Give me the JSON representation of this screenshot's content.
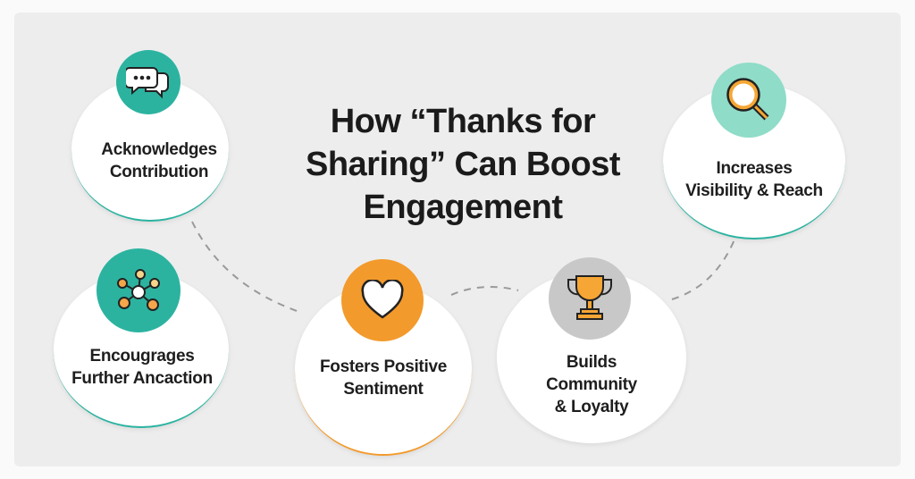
{
  "title": {
    "line1": "How “Thanks for",
    "line2": "Sharing” Can Boost",
    "line3": "Engagement"
  },
  "nodes": [
    {
      "icon": "speech-bubbles-icon",
      "line1": "Acknowledges",
      "line2": "Contribution",
      "color": "#2bb3a0"
    },
    {
      "icon": "network-icon",
      "line1": "Encougrages",
      "line2": "Further Ancaction",
      "color": "#2bb3a0"
    },
    {
      "icon": "heart-icon",
      "line1": "Fosters Positive",
      "line2": "Sentiment",
      "color": "#f39a2c"
    },
    {
      "icon": "trophy-icon",
      "line1": "Builds",
      "line2": "Community",
      "line3": "& Loyalty",
      "color": "#c8c8c8"
    },
    {
      "icon": "magnifier-icon",
      "line1": "Increases",
      "line2": "Visibility & Reach",
      "color": "#8fdcc8"
    }
  ]
}
